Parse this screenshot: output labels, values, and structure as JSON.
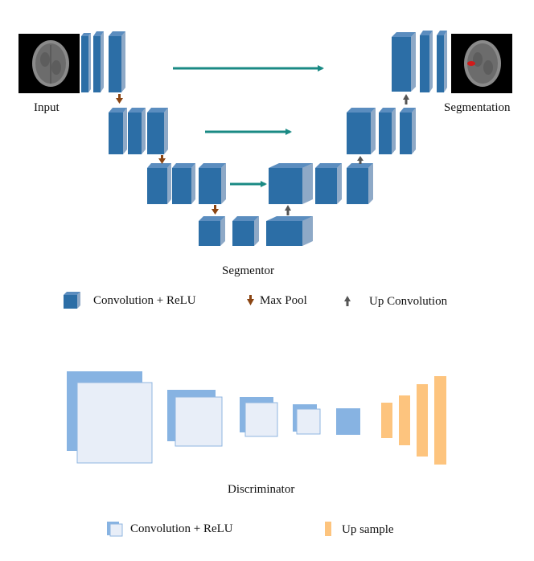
{
  "segmentor": {
    "title": "Segmentor",
    "input_label": "Input",
    "output_label": "Segmentation",
    "legend": {
      "conv": "Convolution + ReLU",
      "pool": "Max Pool",
      "upconv": "Up Convolution"
    }
  },
  "discriminator": {
    "title": "Discriminator",
    "legend": {
      "conv": "Convolution + ReLU",
      "upsample": "Up sample"
    }
  },
  "colors": {
    "block_front": "#2c6ea6",
    "block_side": "#8ea9c7",
    "block_top": "#5b8dbf",
    "skip_arrow": "#1a8a84",
    "pool_arrow": "#8b4513",
    "upconv_arrow": "#555555",
    "disc_back": "#87b3e2",
    "disc_front": "#e8eef8",
    "disc_stroke": "#8fb6e0",
    "upsample": "#fdc47e",
    "mri_bg": "#000000",
    "lesion": "#d11a1a"
  }
}
